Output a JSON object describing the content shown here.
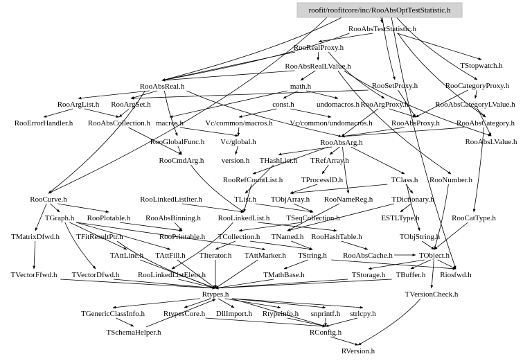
{
  "graph": {
    "root": "roofit/roofitcore/inc/RooAbsOptTestStatistic.h",
    "root_fill": "#d3d3d3",
    "nodes": [
      "RooAbsTestStatistic.h",
      "RooRealProxy.h",
      "TStopwatch.h",
      "RooAbsRealLValue.h",
      "RooAbsReal.h",
      "math.h",
      "RooSetProxy.h",
      "RooCategoryProxy.h",
      "RooArgList.h",
      "RooArgSet.h",
      "const.h",
      "undomacros.h",
      "RooArgProxy.h",
      "RooAbsCategoryLValue.h",
      "RooErrorHandler.h",
      "RooAbsCollection.h",
      "macros.h",
      "Vc/common/macros.h",
      "Vc/common/undomacros.h",
      "RooAbsProxy.h",
      "RooAbsCategory.h",
      "RooGlobalFunc.h",
      "Vc/global.h",
      "RooAbsArg.h",
      "RooAbsLValue.h",
      "RooCmdArg.h",
      "version.h",
      "THashList.h",
      "TRefArray.h",
      "RooRefCountList.h",
      "TProcessID.h",
      "TClass.h",
      "RooNumber.h",
      "RooCurve.h",
      "RooLinkedListIter.h",
      "TList.h",
      "TObjArray.h",
      "RooNameReg.h",
      "TDictionary.h",
      "TGraph.h",
      "RooPlotable.h",
      "RooAbsBinning.h",
      "RooLinkedList.h",
      "TSeqCollection.h",
      "ESTLType.h",
      "RooCatType.h",
      "TMatrixDfwd.h",
      "TFitResultPtr.h",
      "RooPrintable.h",
      "TCollection.h",
      "TNamed.h",
      "RooHashTable.h",
      "TObjString.h",
      "TAttLine.h",
      "TAttFill.h",
      "TIterator.h",
      "TAttMarker.h",
      "TString.h",
      "RooAbsCache.h",
      "TObject.h",
      "TVectorFfwd.h",
      "TVectorDfwd.h",
      "RooLinkedListElem.h",
      "TMathBase.h",
      "TStorage.h",
      "TBuffer.h",
      "Riosfwd.h",
      "Rtypes.h",
      "TVersionCheck.h",
      "TGenericClassInfo.h",
      "RtypesCore.h",
      "DllImport.h",
      "Rtypeinfo.h",
      "snprintf.h",
      "strlcpy.h",
      "TSchemaHelper.h",
      "RConfig.h",
      "RVersion.h"
    ],
    "edges": [
      [
        "root",
        "RooAbsTestStatistic.h"
      ],
      [
        "root",
        "RooAbsReal.h"
      ],
      [
        "root",
        "RooCategoryProxy.h"
      ],
      [
        "root",
        "RooSetProxy.h"
      ],
      [
        "root",
        "RooCurve.h"
      ],
      [
        "root",
        "Riosfwd.h"
      ],
      [
        "RooAbsTestStatistic.h",
        "RooRealProxy.h"
      ],
      [
        "RooAbsTestStatistic.h",
        "TStopwatch.h"
      ],
      [
        "RooAbsTestStatistic.h",
        "RooAbsReal.h"
      ],
      [
        "RooAbsTestStatistic.h",
        "RooAbsCategory.h"
      ],
      [
        "RooRealProxy.h",
        "RooAbsRealLValue.h"
      ],
      [
        "RooRealProxy.h",
        "RooArgProxy.h"
      ],
      [
        "RooRealProxy.h",
        "RooAbsReal.h"
      ],
      [
        "RooAbsRealLValue.h",
        "math.h"
      ],
      [
        "RooAbsRealLValue.h",
        "RooAbsLValue.h"
      ],
      [
        "RooAbsRealLValue.h",
        "RooNumber.h"
      ],
      [
        "RooAbsRealLValue.h",
        "RooAbsReal.h"
      ],
      [
        "RooAbsReal.h",
        "RooArgList.h"
      ],
      [
        "RooAbsReal.h",
        "RooArgSet.h"
      ],
      [
        "RooAbsReal.h",
        "RooGlobalFunc.h"
      ],
      [
        "RooAbsReal.h",
        "RooAbsArg.h"
      ],
      [
        "RooAbsReal.h",
        "RooCurve.h"
      ],
      [
        "math.h",
        "macros.h"
      ],
      [
        "math.h",
        "const.h"
      ],
      [
        "math.h",
        "undomacros.h"
      ],
      [
        "const.h",
        "Vc/common/macros.h"
      ],
      [
        "const.h",
        "Vc/common/undomacros.h"
      ],
      [
        "RooSetProxy.h",
        "RooArgSet.h"
      ],
      [
        "RooSetProxy.h",
        "RooAbsProxy.h"
      ],
      [
        "RooCategoryProxy.h",
        "RooAbsCategoryLValue.h"
      ],
      [
        "RooCategoryProxy.h",
        "RooAbsProxy.h"
      ],
      [
        "RooArgList.h",
        "RooErrorHandler.h"
      ],
      [
        "RooArgList.h",
        "RooAbsCollection.h"
      ],
      [
        "RooArgSet.h",
        "RooAbsCollection.h"
      ],
      [
        "RooAbsCollection.h",
        "RooCmdArg.h"
      ],
      [
        "RooArgProxy.h",
        "RooAbsProxy.h"
      ],
      [
        "RooArgProxy.h",
        "RooAbsArg.h"
      ],
      [
        "RooAbsCategoryLValue.h",
        "RooAbsCategory.h"
      ],
      [
        "RooAbsCategoryLValue.h",
        "RooAbsLValue.h"
      ],
      [
        "RooAbsProxy.h",
        "RooAbsArg.h"
      ],
      [
        "RooAbsCategory.h",
        "RooAbsArg.h"
      ],
      [
        "RooAbsCategory.h",
        "RooCatType.h"
      ],
      [
        "macros.h",
        "Vc/global.h"
      ],
      [
        "Vc/common/macros.h",
        "Vc/global.h"
      ],
      [
        "Vc/global.h",
        "version.h"
      ],
      [
        "RooGlobalFunc.h",
        "RooCmdArg.h"
      ],
      [
        "RooAbsArg.h",
        "THashList.h"
      ],
      [
        "RooAbsArg.h",
        "TRefArray.h"
      ],
      [
        "RooAbsArg.h",
        "TClass.h"
      ],
      [
        "RooAbsArg.h",
        "RooRefCountList.h"
      ],
      [
        "RooAbsArg.h",
        "RooNameReg.h"
      ],
      [
        "RooCmdArg.h",
        "RooLinkedList.h"
      ],
      [
        "THashList.h",
        "TList.h"
      ],
      [
        "TRefArray.h",
        "TProcessID.h"
      ],
      [
        "TProcessID.h",
        "TObjArray.h"
      ],
      [
        "RooRefCountList.h",
        "RooLinkedList.h"
      ],
      [
        "TClass.h",
        "TDictionary.h"
      ],
      [
        "TClass.h",
        "TObjArray.h"
      ],
      [
        "TClass.h",
        "TObjString.h"
      ],
      [
        "RooNumber.h",
        "TObject.h"
      ],
      [
        "RooCurve.h",
        "TGraph.h"
      ],
      [
        "RooCurve.h",
        "RooPlotable.h"
      ],
      [
        "RooCurve.h",
        "TMatrixDfwd.h"
      ],
      [
        "RooLinkedListIter.h",
        "RooLinkedList.h"
      ],
      [
        "TList.h",
        "TSeqCollection.h"
      ],
      [
        "TObjArray.h",
        "TSeqCollection.h"
      ],
      [
        "RooNameReg.h",
        "TNamed.h"
      ],
      [
        "TDictionary.h",
        "ESTLType.h"
      ],
      [
        "TDictionary.h",
        "TNamed.h"
      ],
      [
        "TGraph.h",
        "TAttLine.h"
      ],
      [
        "TGraph.h",
        "TVectorDfwd.h"
      ],
      [
        "RooPlotable.h",
        "RooPrintable.h"
      ],
      [
        "TGraph.h",
        "TAttFill.h"
      ],
      [
        "TGraph.h",
        "TAttMarker.h"
      ],
      [
        "RooAbsBinning.h",
        "RooPrintable.h"
      ],
      [
        "RooLinkedList.h",
        "RooHashTable.h"
      ],
      [
        "RooLinkedList.h",
        "RooLinkedListElem.h"
      ],
      [
        "TSeqCollection.h",
        "TCollection.h"
      ],
      [
        "RooCatType.h",
        "TObject.h"
      ],
      [
        "TMatrixDfwd.h",
        "TVectorFfwd.h"
      ],
      [
        "TFitResultPtr.h",
        "Rtypes.h"
      ],
      [
        "TCollection.h",
        "TIterator.h"
      ],
      [
        "TCollection.h",
        "TString.h"
      ],
      [
        "TNamed.h",
        "TString.h"
      ],
      [
        "RooHashTable.h",
        "RooAbsCache.h"
      ],
      [
        "TObjString.h",
        "TObject.h"
      ],
      [
        "TAttLine.h",
        "Rtypes.h"
      ],
      [
        "TAttFill.h",
        "Rtypes.h"
      ],
      [
        "TIterator.h",
        "Rtypes.h"
      ],
      [
        "TAttMarker.h",
        "Rtypes.h"
      ],
      [
        "TString.h",
        "TMathBase.h"
      ],
      [
        "TString.h",
        "Riosfwd.h"
      ],
      [
        "RooAbsCache.h",
        "TObject.h"
      ],
      [
        "TObject.h",
        "TStorage.h"
      ],
      [
        "TObject.h",
        "TBuffer.h"
      ],
      [
        "TObject.h",
        "Riosfwd.h"
      ],
      [
        "TObject.h",
        "TVersionCheck.h"
      ],
      [
        "TVectorFfwd.h",
        "Rtypes.h"
      ],
      [
        "TVectorDfwd.h",
        "Rtypes.h"
      ],
      [
        "RooLinkedListElem.h",
        "Rtypes.h"
      ],
      [
        "TMathBase.h",
        "Rtypes.h"
      ],
      [
        "TStorage.h",
        "Rtypes.h"
      ],
      [
        "TBuffer.h",
        "Rtypes.h"
      ],
      [
        "Rtypes.h",
        "TGenericClassInfo.h"
      ],
      [
        "Rtypes.h",
        "RtypesCore.h"
      ],
      [
        "Rtypes.h",
        "DllImport.h"
      ],
      [
        "Rtypes.h",
        "Rtypeinfo.h"
      ],
      [
        "Rtypes.h",
        "snprintf.h"
      ],
      [
        "Rtypes.h",
        "strlcpy.h"
      ],
      [
        "Rtypes.h",
        "RConfig.h"
      ],
      [
        "TGenericClassInfo.h",
        "TSchemaHelper.h"
      ],
      [
        "TSchemaHelper.h",
        "Rtypes.h"
      ],
      [
        "RtypesCore.h",
        "RConfig.h"
      ],
      [
        "snprintf.h",
        "RConfig.h"
      ],
      [
        "strlcpy.h",
        "RConfig.h"
      ],
      [
        "Rtypeinfo.h",
        "RConfig.h"
      ],
      [
        "RConfig.h",
        "RVersion.h"
      ],
      [
        "TVersionCheck.h",
        "RVersion.h"
      ]
    ]
  }
}
